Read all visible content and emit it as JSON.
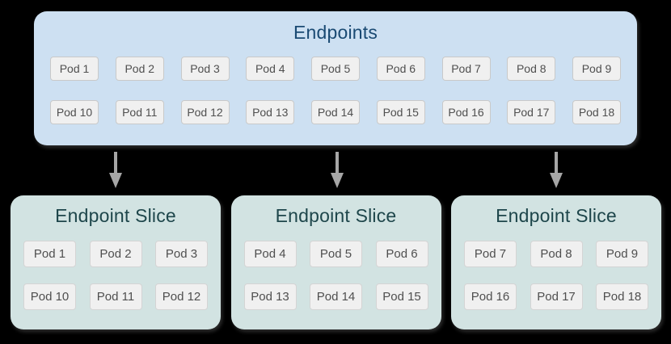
{
  "colors": {
    "canvas_background": "#000000",
    "endpoints_box_fill": "#cde0f2",
    "endpoints_title_text": "#1a4a73",
    "slice_box_fill": "#d2e3e2",
    "slice_title_text": "#1e464b",
    "pod_fill": "#f0f0f0",
    "pod_border": "#c9c9c9",
    "pod_text": "#4f4f4f",
    "arrow": "#a6a6a6"
  },
  "endpoints": {
    "title": "Endpoints",
    "rows": [
      [
        "Pod 1",
        "Pod 2",
        "Pod 3",
        "Pod 4",
        "Pod 5",
        "Pod 6",
        "Pod 7",
        "Pod 8",
        "Pod 9"
      ],
      [
        "Pod 10",
        "Pod 11",
        "Pod 12",
        "Pod 13",
        "Pod 14",
        "Pod 15",
        "Pod 16",
        "Pod 17",
        "Pod 18"
      ]
    ]
  },
  "slices": [
    {
      "title": "Endpoint Slice",
      "rows": [
        [
          "Pod 1",
          "Pod 2",
          "Pod 3"
        ],
        [
          "Pod 10",
          "Pod 11",
          "Pod 12"
        ]
      ]
    },
    {
      "title": "Endpoint Slice",
      "rows": [
        [
          "Pod 4",
          "Pod 5",
          "Pod 6"
        ],
        [
          "Pod 13",
          "Pod 14",
          "Pod 15"
        ]
      ]
    },
    {
      "title": "Endpoint Slice",
      "rows": [
        [
          "Pod 7",
          "Pod 8",
          "Pod 9"
        ],
        [
          "Pod 16",
          "Pod 17",
          "Pod 18"
        ]
      ]
    }
  ]
}
